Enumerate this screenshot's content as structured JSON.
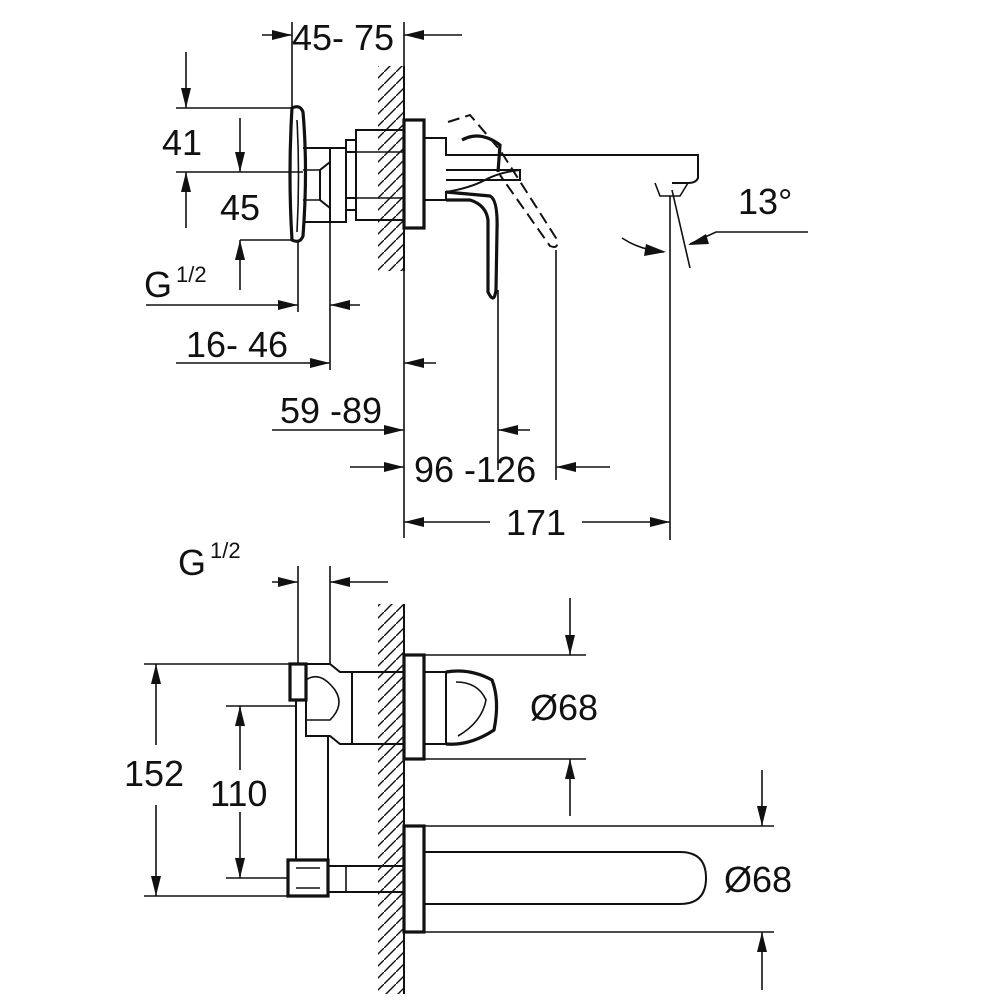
{
  "side_view": {
    "dim_projection": "45- 75",
    "dim_handle_height": "41",
    "dim_connector_height": "45",
    "dim_thread_g": "G",
    "dim_thread_frac": "1/2",
    "dim_depth_a": "16- 46",
    "dim_depth_b": "59 -89",
    "dim_lever_reach": "96 -126",
    "dim_spout_length": "171",
    "dim_angle": "13°"
  },
  "front_view": {
    "dim_thread_g": "G",
    "dim_thread_frac": "1/2",
    "dim_total_height": "152",
    "dim_center_distance": "110",
    "dim_rosette_diameter": "Ø68",
    "dim_spout_diameter": "Ø68"
  }
}
